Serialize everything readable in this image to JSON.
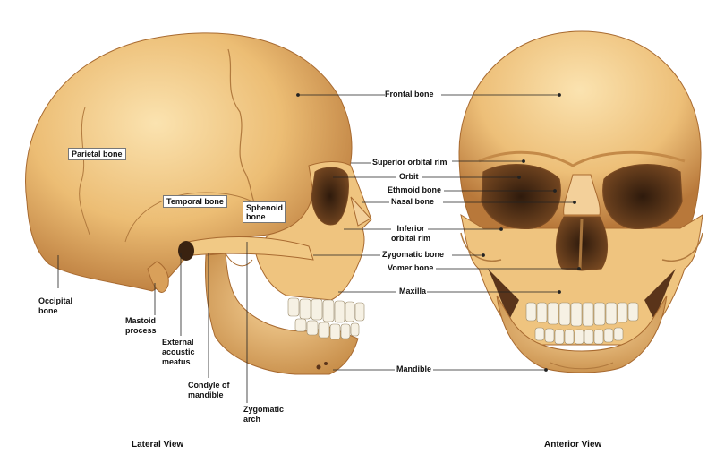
{
  "labels": {
    "frontal_bone": "Frontal bone",
    "superior_orbital_rim": "Superior orbital rim",
    "orbit": "Orbit",
    "ethmoid_bone": "Ethmoid bone",
    "nasal_bone": "Nasal bone",
    "inferior_orbital_rim": "Inferior orbital rim",
    "zygomatic_bone": "Zygomatic bone",
    "vomer_bone": "Vomer bone",
    "maxilla": "Maxilla",
    "mandible": "Mandible",
    "parietal_bone": "Parietal bone",
    "temporal_bone": "Temporal bone",
    "sphenoid_bone": "Sphenoid bone",
    "occipital_bone": "Occipital bone",
    "mastoid_process": "Mastoid process",
    "external_acoustic_meatus": "External acoustic meatus",
    "condyle_of_mandible": "Condyle of mandible",
    "zygomatic_arch": "Zygomatic arch"
  },
  "views": {
    "lateral": "Lateral View",
    "anterior": "Anterior View"
  },
  "colors": {
    "bone": "#e9b56a",
    "bone_light": "#f8dca4",
    "bone_shadow": "#b7793a",
    "socket": "#4a2c16",
    "teeth": "#f6f1e4",
    "leader_line": "#222222"
  }
}
